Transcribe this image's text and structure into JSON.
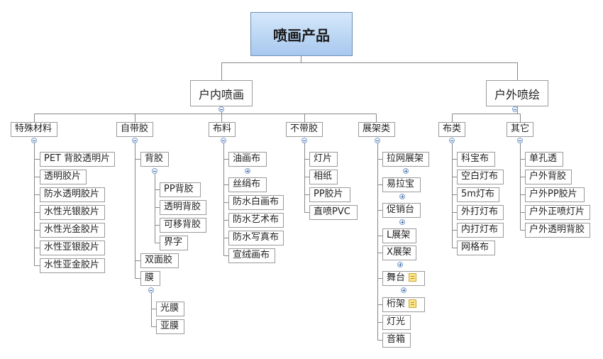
{
  "root": "喷画产品",
  "indoor": {
    "label": "户内喷画",
    "special": {
      "label": "特殊材料",
      "items": [
        "PET 背胶透明片",
        "透明胶片",
        "防水透明胶片",
        "水性光银胶片",
        "水性光金胶片",
        "水性亚银胶片",
        "水性亚金胶片"
      ]
    },
    "adhesive": {
      "label": "自带胶",
      "backing": {
        "label": "背胶",
        "items": [
          "PP背胶",
          "透明背胶",
          "可移背胶",
          "界字"
        ]
      },
      "double": "双面胶",
      "film": {
        "label": "膜",
        "items": [
          "光膜",
          "亚膜"
        ]
      }
    },
    "cloth": {
      "label": "布料",
      "items": [
        "油画布",
        "丝绢布",
        "防水白画布",
        "防水艺术布",
        "防水写真布",
        "宣绒画布"
      ]
    },
    "noglue": {
      "label": "不带胶",
      "items": [
        "灯片",
        "相纸",
        "PP胶片",
        "直喷PVC"
      ]
    },
    "stand": {
      "label": "展架类",
      "items": [
        "拉网展架",
        "易拉宝",
        "促销台",
        "L展架",
        "X展架",
        "舞台",
        "桁架",
        "灯光",
        "音箱"
      ]
    }
  },
  "outdoor": {
    "label": "户外喷绘",
    "cloth": {
      "label": "布类",
      "items": [
        "科宝布",
        "空白灯布",
        "5m灯布",
        "外打灯布",
        "内打灯布",
        "网格布"
      ]
    },
    "other": {
      "label": "其它",
      "items": [
        "单孔透",
        "户外背胶",
        "户外PP胶片",
        "户外正喷灯片",
        "户外透明背胶"
      ]
    }
  }
}
